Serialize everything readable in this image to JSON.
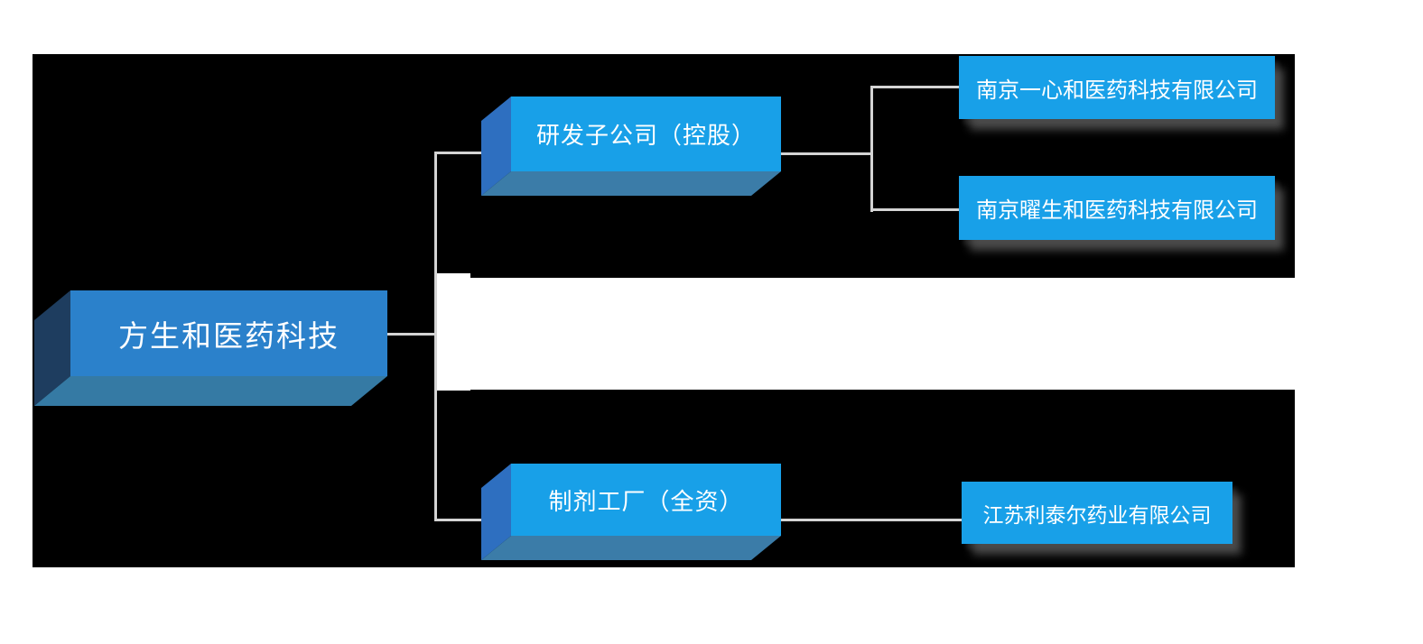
{
  "org_chart": {
    "root": {
      "label": "方生和医药科技"
    },
    "branches": [
      {
        "label": "研发子公司（控股）",
        "children": [
          {
            "label": "南京一心和医药科技有限公司"
          },
          {
            "label": "南京曜生和医药科技有限公司"
          }
        ]
      },
      {
        "label": "制剂工厂（全资）",
        "children": [
          {
            "label": "江苏利泰尔药业有限公司"
          }
        ]
      }
    ],
    "colors": {
      "page_background": "#FFFFFF",
      "panel_background": "#000000",
      "node_fill": "#18A0E8",
      "root_fill": "#2B81CB",
      "root_side_face": "#1E3D5F",
      "root_bottom_face": "#357AA4",
      "branch_side_face": "#2E6FC0",
      "branch_bottom_face": "#3B7CA8",
      "connector": "#D4D4D4",
      "text": "#FFFFFF",
      "leaf_shadow": "#525252"
    }
  }
}
